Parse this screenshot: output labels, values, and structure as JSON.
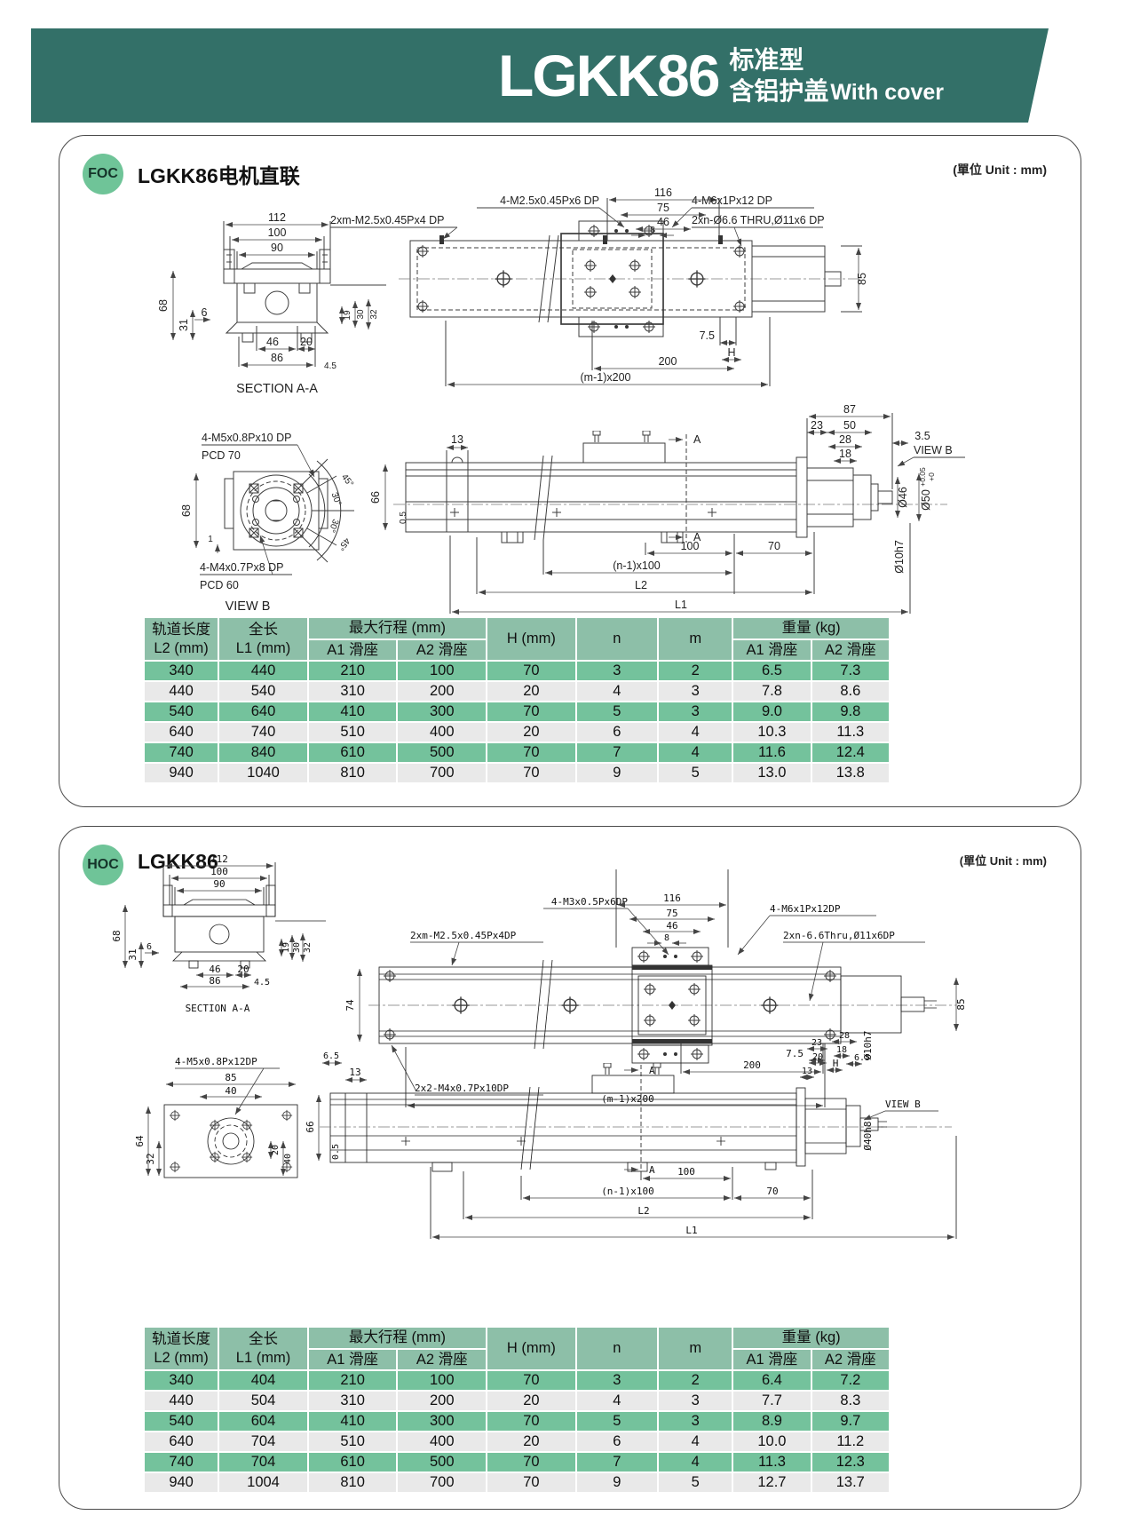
{
  "banner": {
    "model": "LGKK86",
    "type_cn": "标准型",
    "cover_cn": "含铝护盖",
    "cover_en": "With cover"
  },
  "s1": {
    "badge": "FOC",
    "title": "LGKK86电机直联",
    "unit": "(單位 Unit : mm)",
    "sec_aa": {
      "d112": "112",
      "d100": "100",
      "d90": "90",
      "d68": "68",
      "d31": "31",
      "d6": "6",
      "d46": "46",
      "d20": "20",
      "d86": "86",
      "d45": "4.5",
      "d19": "19",
      "d30": "30",
      "d32": "32",
      "label": "SECTION A-A"
    },
    "plan": {
      "c1": "2xm-M2.5x0.45Px4 DP",
      "c2": "4-M2.5x0.45Px6 DP",
      "c3": "4-M6x1Px12 DP",
      "c4": "2xn-Ø6.6 THRU,Ø11x6 DP",
      "d116": "116",
      "d75": "75",
      "d46": "46",
      "d8": "8",
      "d85": "85",
      "d75r": "7.5",
      "dH": "H",
      "d200": "200",
      "dm200": "(m-1)x200"
    },
    "viewb": {
      "c1": "4-M5x0.8Px10 DP",
      "c1b": "PCD 70",
      "c2": "4-M4x0.7Px8 DP",
      "c2b": "PCD 60",
      "d68": "68",
      "d1": "1",
      "a45": "45°",
      "a30": "30°",
      "a30b": "30°",
      "a45b": "45°",
      "label": "VIEW B"
    },
    "side": {
      "d13": "13",
      "d66": "66",
      "d05": "0.5",
      "dA": "A",
      "d100": "100",
      "d70": "70",
      "dn": "(n-1)x100",
      "dL2": "L2",
      "dL1": "L1",
      "d87": "87",
      "d23": "23",
      "d50": "50",
      "d28": "28",
      "d18": "18",
      "d35": "3.5",
      "dia46": "Ø46",
      "dia50": "Ø50",
      "dia50tol_hi": "+0.05",
      "dia50tol_lo": "+0",
      "dia10": "Ø10h7",
      "vb": "VIEW B"
    },
    "table": {
      "h": {
        "track1": "轨道长度",
        "track2": "L2 (mm)",
        "len1": "全长",
        "len2": "L1 (mm)",
        "stroke": "最大行程 (mm)",
        "a1": "A1 滑座",
        "a2": "A2 滑座",
        "h": "H (mm)",
        "n": "n",
        "m": "m",
        "w": "重量 (kg)",
        "wa1": "A1 滑座",
        "wa2": "A2 滑座"
      },
      "rows": [
        [
          "340",
          "440",
          "210",
          "100",
          "70",
          "3",
          "2",
          "6.5",
          "7.3"
        ],
        [
          "440",
          "540",
          "310",
          "200",
          "20",
          "4",
          "3",
          "7.8",
          "8.6"
        ],
        [
          "540",
          "640",
          "410",
          "300",
          "70",
          "5",
          "3",
          "9.0",
          "9.8"
        ],
        [
          "640",
          "740",
          "510",
          "400",
          "20",
          "6",
          "4",
          "10.3",
          "11.3"
        ],
        [
          "740",
          "840",
          "610",
          "500",
          "70",
          "7",
          "4",
          "11.6",
          "12.4"
        ],
        [
          "940",
          "1040",
          "810",
          "700",
          "70",
          "9",
          "5",
          "13.0",
          "13.8"
        ]
      ]
    }
  },
  "s2": {
    "badge": "HOC",
    "title": "LGKK86",
    "unit": "(單位 Unit : mm)",
    "sec_aa": {
      "d112": "112",
      "d100": "100",
      "d90": "90",
      "d68": "68",
      "d31": "31",
      "d6": "6",
      "d46": "46",
      "d20": "20",
      "d86": "86",
      "d45": "4.5",
      "d19": "19",
      "d30": "30",
      "d32": "32",
      "label": "SECTION A-A"
    },
    "plan": {
      "c1": "2xm-M2.5x0.45Px4DP",
      "c2": "4-M3x0.5Px6DP",
      "c3": "4-M6x1Px12DP",
      "c4": "2xn-6.6Thru,Ø11x6DP",
      "c5": "2x2-M4x0.7Px10DP",
      "d116": "116",
      "d75": "75",
      "d46": "46",
      "d8": "8",
      "d74": "74",
      "d85": "85",
      "d65l": "6.5",
      "d200": "200",
      "d75r": "7.5",
      "dH": "H",
      "d65r": "6.5",
      "dm200": "(m-1)x200"
    },
    "flange": {
      "c1": "4-M5x0.8Px12DP",
      "d85": "85",
      "d40": "40",
      "d64": "64",
      "d32": "32",
      "d20": "20",
      "d40b": "40"
    },
    "side": {
      "d13": "13",
      "d66": "66",
      "d05": "0.5",
      "dA": "A",
      "d100": "100",
      "d70": "70",
      "dn": "(n-1)x100",
      "dL2": "L2",
      "dL1": "L1",
      "d23": "23",
      "d28": "28",
      "d20": "20",
      "d18": "18",
      "d13b": "13",
      "dia10": "Ø10h7",
      "dia40": "Ø40h8",
      "vb": "VIEW B"
    },
    "table": {
      "h": {
        "track1": "轨道长度",
        "track2": "L2 (mm)",
        "len1": "全长",
        "len2": "L1 (mm)",
        "stroke": "最大行程 (mm)",
        "a1": "A1 滑座",
        "a2": "A2 滑座",
        "h": "H (mm)",
        "n": "n",
        "m": "m",
        "w": "重量 (kg)",
        "wa1": "A1 滑座",
        "wa2": "A2 滑座"
      },
      "rows": [
        [
          "340",
          "404",
          "210",
          "100",
          "70",
          "3",
          "2",
          "6.4",
          "7.2"
        ],
        [
          "440",
          "504",
          "310",
          "200",
          "20",
          "4",
          "3",
          "7.7",
          "8.3"
        ],
        [
          "540",
          "604",
          "410",
          "300",
          "70",
          "5",
          "3",
          "8.9",
          "9.7"
        ],
        [
          "640",
          "704",
          "510",
          "400",
          "20",
          "6",
          "4",
          "10.0",
          "11.2"
        ],
        [
          "740",
          "704",
          "610",
          "500",
          "70",
          "7",
          "4",
          "11.3",
          "12.3"
        ],
        [
          "940",
          "1004",
          "810",
          "700",
          "70",
          "9",
          "5",
          "12.7",
          "13.7"
        ]
      ]
    }
  }
}
